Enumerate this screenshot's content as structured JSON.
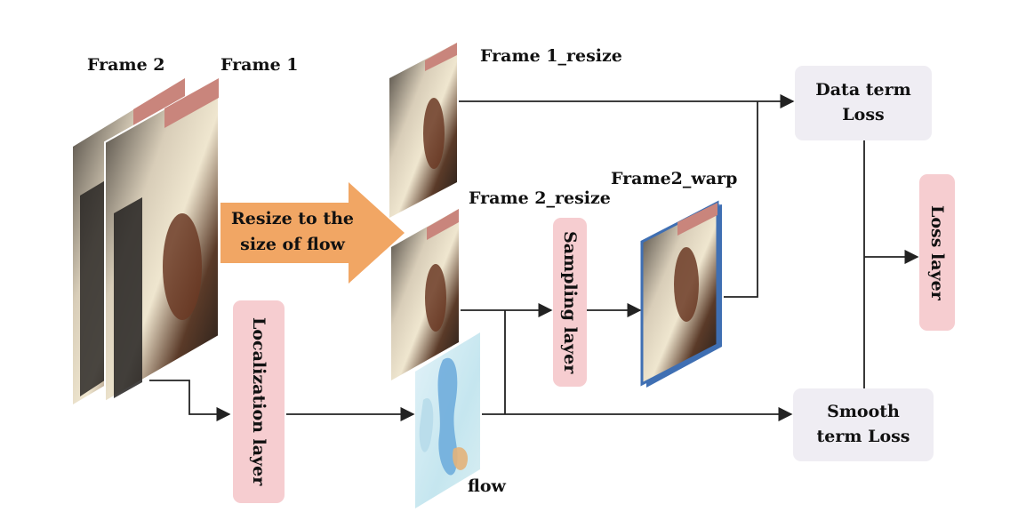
{
  "labels": {
    "frame2": "Frame 2",
    "frame1": "Frame 1",
    "frame1_resize": "Frame 1_resize",
    "frame2_resize": "Frame 2_resize",
    "frame2_warp": "Frame2_warp",
    "flow": "flow"
  },
  "blocks": {
    "resize_arrow": {
      "line1": "Resize to the",
      "line2": "size of flow"
    },
    "localization_layer": "Localization layer",
    "sampling_layer": "Sampling layer",
    "loss_layer": "Loss layer",
    "data_term_loss": {
      "line1": "Data term",
      "line2": "Loss"
    },
    "smooth_term_loss": {
      "line1": "Smooth",
      "line2": "term Loss"
    }
  },
  "colors": {
    "layer_box": "#f6cdd0",
    "loss_box": "#efedf3",
    "resize_arrow": "#f1a664",
    "warp_frame_border": "#3f6fb3",
    "connector": "#222222"
  }
}
